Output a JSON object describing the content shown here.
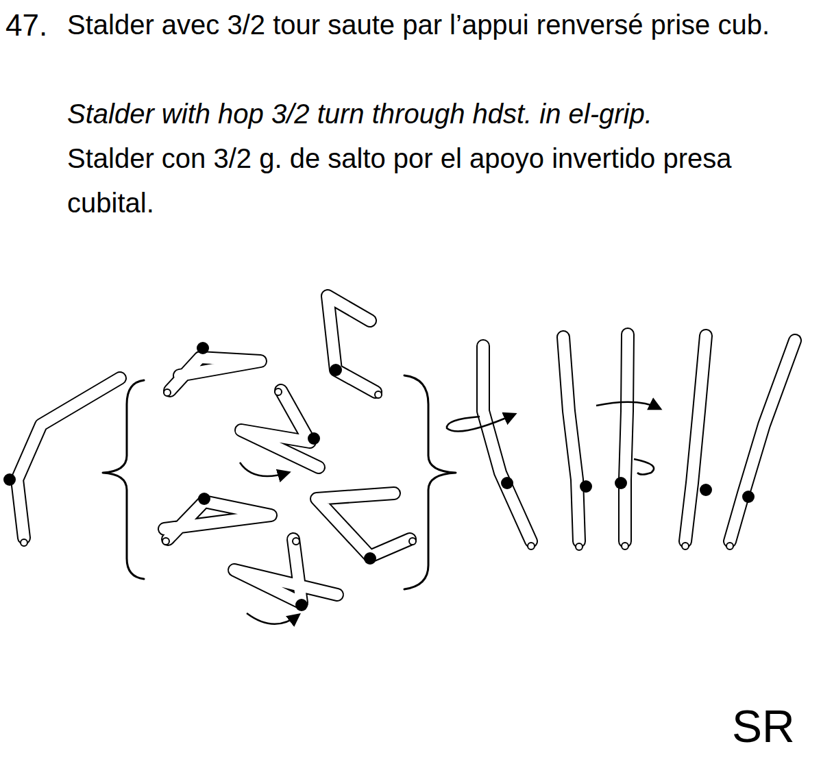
{
  "diagram": {
    "labels": [
      "47.",
      "Stalder avec 3/2 tour saute par l’appui renversé prise cub.",
      "Stalder with hop 3/2 turn through hdst. in el-grip.",
      "Stalder con 3/2 g. de salto por el apoyo invertido presa cubital.",
      "SR"
    ]
  }
}
